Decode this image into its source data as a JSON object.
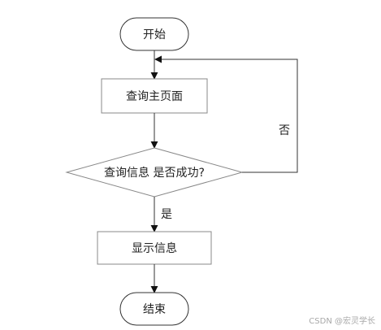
{
  "flowchart": {
    "start": {
      "label": "开始"
    },
    "step_query_home": {
      "label": "查询主页面"
    },
    "decision": {
      "label": "查询信息 是否成功?"
    },
    "step_show_info": {
      "label": "显示信息"
    },
    "end": {
      "label": "结束"
    },
    "edge_yes": {
      "label": "是"
    },
    "edge_no": {
      "label": "否"
    }
  },
  "watermark": {
    "text": "CSDN @宏灵学长"
  },
  "colors": {
    "stroke": "#333333",
    "box_stroke": "#888888",
    "text": "#222222",
    "watermark": "#a8a8a8"
  }
}
